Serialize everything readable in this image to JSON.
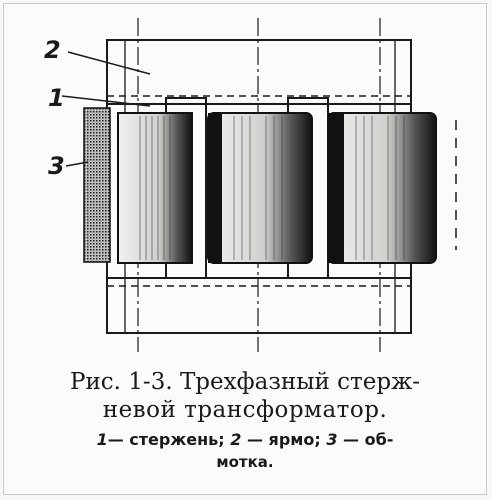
{
  "callouts": {
    "yoke": "2",
    "core": "1",
    "winding": "3"
  },
  "caption": {
    "title_line1": "Рис. 1-3. Трехфазный стерж-",
    "title_line2": "невой трансформатор.",
    "legend_line1": {
      "n1": "1",
      "t1": "— стержень;",
      "n2": "2",
      "t2": "— ярмо;",
      "n3": "3",
      "t3": "— об-"
    },
    "legend_line2": "мотка."
  },
  "colors": {
    "ink": "#1a1a1a",
    "paper": "#fbfbf9"
  }
}
